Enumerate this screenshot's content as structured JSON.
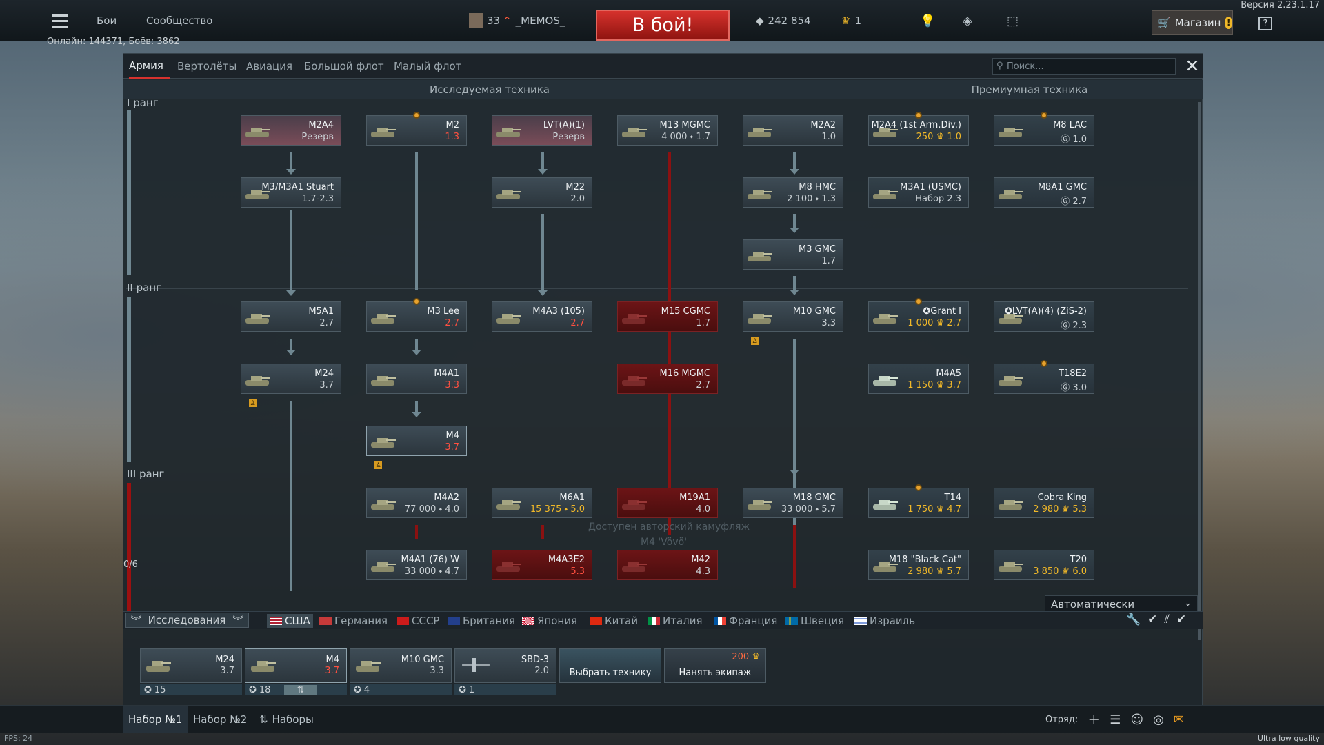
{
  "topbar": {
    "version": "Версия 2.23.1.17",
    "menu": {
      "battles": "Бои",
      "community": "Сообщество"
    },
    "profile": {
      "level": "33",
      "nickname": "_MEMOS_"
    },
    "battle_button": "В бой!",
    "silver": "242 854",
    "gold": "1",
    "shop": "Магазин",
    "online": "Онлайн: 144371, Боёв: 3862"
  },
  "panel": {
    "tabs": [
      "Армия",
      "Вертолёты",
      "Авиация",
      "Большой флот",
      "Малый флот"
    ],
    "search_placeholder": "Поиск...",
    "sections": {
      "researched": "Исследуемая техника",
      "premium": "Премиумная техника"
    },
    "ranks": [
      "I ранг",
      "II ранг",
      "III ранг"
    ],
    "rank_progress": "0/6",
    "watermark": "Доступен авторский камуфляж",
    "watermark_vehicle": "M4 'Vövö'",
    "vehicles": [
      {
        "name": "M2A4",
        "br": "Резерв"
      },
      {
        "name": "M2",
        "br": "1.3"
      },
      {
        "name": "LVT(A)(1)",
        "br": "Резерв"
      },
      {
        "name": "M13 MGMC",
        "br": "4 000 ⬩ 1.7"
      },
      {
        "name": "M2A2",
        "br": "1.0"
      },
      {
        "name": "M3/M3A1 Stuart",
        "br": "1.7-2.3"
      },
      {
        "name": "M22",
        "br": "2.0"
      },
      {
        "name": "M8 HMC",
        "br": "2 100 ⬩ 1.3"
      },
      {
        "name": "M3 GMC",
        "br": "1.7"
      },
      {
        "name": "M5A1",
        "br": "2.7"
      },
      {
        "name": "M3 Lee",
        "br": "2.7"
      },
      {
        "name": "M4A3 (105)",
        "br": "2.7"
      },
      {
        "name": "M15 CGMC",
        "br": "1.7"
      },
      {
        "name": "M10 GMC",
        "br": "3.3"
      },
      {
        "name": "M24",
        "br": "3.7"
      },
      {
        "name": "M4A1",
        "br": "3.3"
      },
      {
        "name": "M16 MGMC",
        "br": "2.7"
      },
      {
        "name": "M4",
        "br": "3.7"
      },
      {
        "name": "M4A2",
        "br": "77 000 ⬩ 4.0"
      },
      {
        "name": "M6A1",
        "br": "15 375 ⬩ 5.0"
      },
      {
        "name": "M19A1",
        "br": "4.0"
      },
      {
        "name": "M18 GMC",
        "br": "33 000 ⬩ 5.7"
      },
      {
        "name": "M4A1 (76) W",
        "br": "33 000 ⬩ 4.7"
      },
      {
        "name": "M4A3E2",
        "br": "5.3"
      },
      {
        "name": "M42",
        "br": "4.3"
      }
    ],
    "premium": [
      {
        "name": "M2A4 (1st Arm.Div.)",
        "br": "250 ♛ 1.0"
      },
      {
        "name": "M8 LAC",
        "br": "Ⓖ 1.0"
      },
      {
        "name": "M3A1 (USMC)",
        "br": "Набор 2.3"
      },
      {
        "name": "M8A1 GMC",
        "br": "Ⓖ 2.7"
      },
      {
        "name": "✪Grant I",
        "br": "1 000 ♛ 2.7"
      },
      {
        "name": "✪LVT(A)(4) (ZiS-2)",
        "br": "Ⓖ 2.3"
      },
      {
        "name": "M4A5",
        "br": "1 150 ♛ 3.7"
      },
      {
        "name": "T18E2",
        "br": "Ⓖ 3.0"
      },
      {
        "name": "T14",
        "br": "1 750 ♛ 4.7"
      },
      {
        "name": "Cobra King",
        "br": "2 980 ♛ 5.3"
      },
      {
        "name": "M18 \"Black Cat\"",
        "br": "2 980 ♛ 5.7"
      },
      {
        "name": "T20",
        "br": "3 850 ♛ 6.0"
      }
    ],
    "auto_select": "Автоматически",
    "research_button": "Исследования",
    "nations": [
      "США",
      "Германия",
      "СССР",
      "Британия",
      "Япония",
      "Китай",
      "Италия",
      "Франция",
      "Швеция",
      "Израиль"
    ],
    "crew": [
      {
        "name": "M24",
        "br": "3.7",
        "count": "15"
      },
      {
        "name": "M4",
        "br": "3.7",
        "count": "18"
      },
      {
        "name": "M10 GMC",
        "br": "3.3",
        "count": "4"
      },
      {
        "name": "SBD-3",
        "br": "2.0",
        "count": "1"
      }
    ],
    "choose_vehicle": "Выбрать технику",
    "hire_crew": "Нанять экипаж",
    "hire_cost": "200"
  },
  "bottom": {
    "presets": [
      "Набор №1",
      "Набор №2",
      "Наборы"
    ],
    "squad_label": "Отряд:",
    "fps": "FPS: 24",
    "quality": "Ultra low quality"
  }
}
